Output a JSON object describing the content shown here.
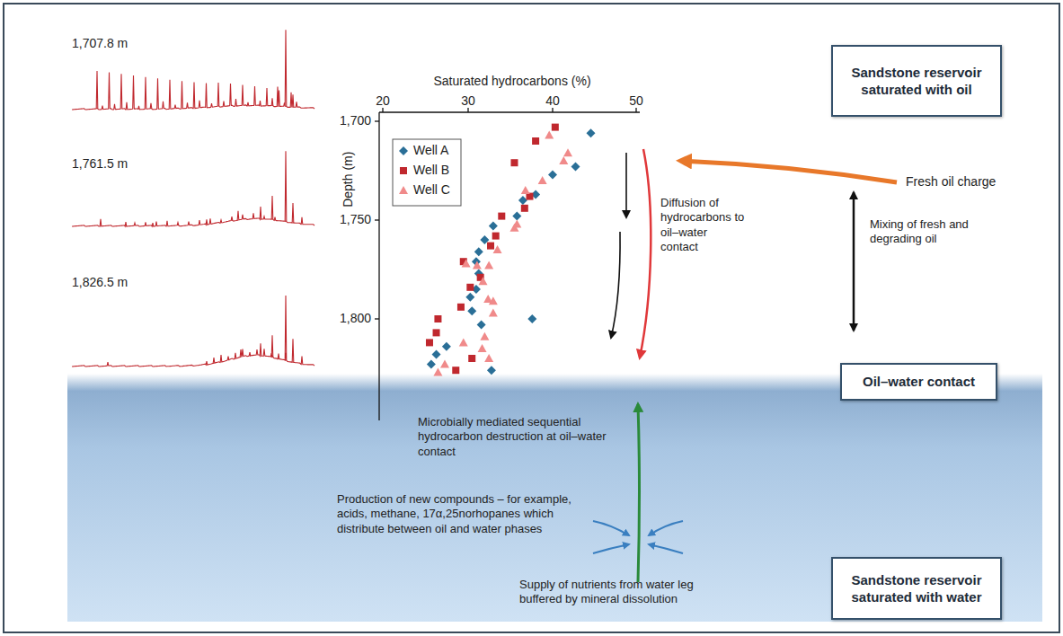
{
  "diagram": {
    "nodes": [
      {
        "text": [
          "Sandstone reservoir saturated with oil"
        ]
      },
      {
        "text": [
          "Oil–water contact"
        ]
      },
      {
        "text": [
          "Sandstone reservoir saturated with water"
        ]
      }
    ],
    "labels": [
      "1,707.8 m",
      "1,761.5 m",
      "1,826.5 m",
      "Saturated hydrocarbons (%)",
      "20",
      "30",
      "40",
      "50",
      "1,700",
      "1,750",
      "1,800",
      "Depth (m)",
      "Diffusion of hydrocarbons to oil–water contact",
      "Fresh oil charge",
      "Mixing of fresh and degrading oil",
      "Microbially mediated sequential hydrocarbon destruction at oil–water contact",
      "Production of new compounds – for example, acids, methane, 17α,25norhopanes which distribute between oil and water phases",
      "Supply of nutrients from water leg buffered by mineral dissolution"
    ],
    "legend": [
      {
        "text": "Well A"
      },
      {
        "text": "Well B"
      },
      {
        "text": "Well C"
      }
    ]
  }
}
